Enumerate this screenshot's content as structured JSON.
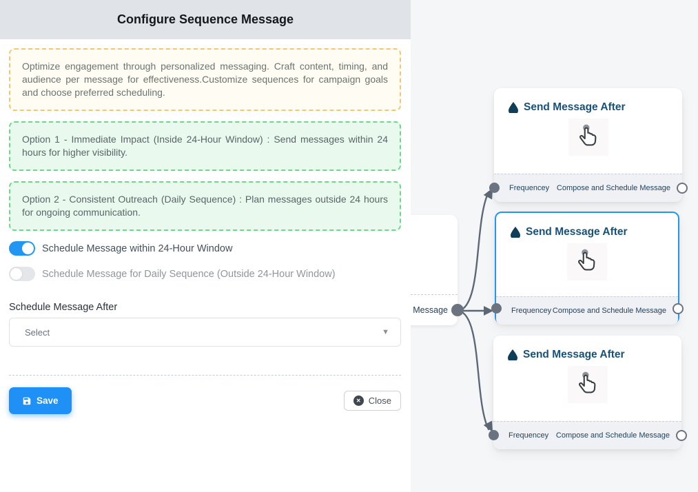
{
  "panel": {
    "title": "Configure Sequence Message",
    "info_text": "Optimize engagement through personalized messaging. Craft content, timing, and audience per message for effectiveness.Customize sequences for campaign goals and choose preferred scheduling.",
    "option1_text": "Option 1 - Immediate Impact (Inside 24-Hour Window) : Send messages within 24 hours for higher visibility.",
    "option2_text": "Option 2 - Consistent Outreach (Daily Sequence) : Plan messages outside 24 hours for ongoing communication.",
    "toggles": [
      {
        "label": "Schedule Message within 24-Hour Window",
        "state": "on"
      },
      {
        "label": "Schedule Message for Daily Sequence (Outside 24-Hour Window)",
        "state": "off"
      }
    ],
    "schedule_after": {
      "label": "Schedule Message After",
      "value": "Select"
    },
    "save_label": "Save",
    "close_label": "Close",
    "close_glyph": "✕",
    "select_caret": "▼"
  },
  "canvas": {
    "partial_node": {
      "footer_label": "ce Message"
    },
    "nodes": [
      {
        "title": "Send Message After",
        "footer_left": "Frequencey",
        "footer_right": "Compose and Schedule Message",
        "selected": false
      },
      {
        "title": "Send Message After",
        "footer_left": "Frequencey",
        "footer_right": "Compose and Schedule Message",
        "selected": true
      },
      {
        "title": "Send Message After",
        "footer_left": "Frequencey",
        "footer_right": "Compose and Schedule Message",
        "selected": false
      }
    ]
  },
  "colors": {
    "accent_blue": "#2196f3",
    "header_bg": "#e0e4e9",
    "canvas_bg": "#f5f6f8",
    "edge_gray": "#5c6876",
    "node_title": "#17517a",
    "yellow_border": "#f5c672",
    "green_border": "#69da87"
  }
}
